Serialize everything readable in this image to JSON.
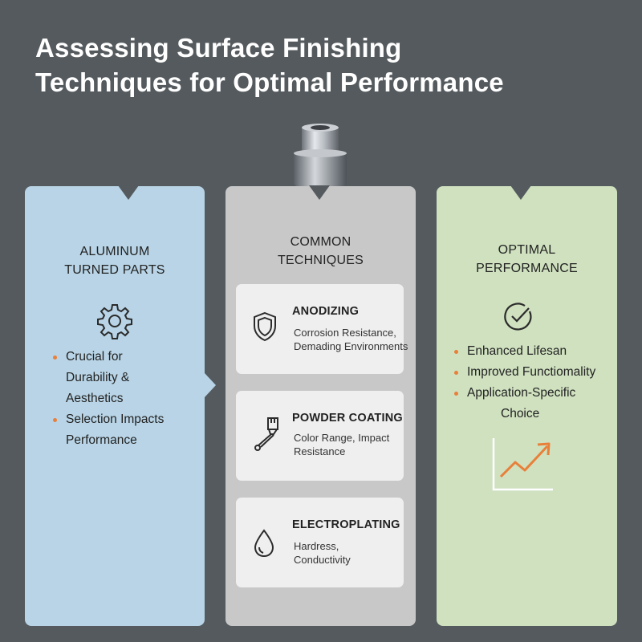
{
  "title": {
    "line1": "Assessing Surface Finishing",
    "line2": "Techniques for Optimal Performance"
  },
  "left_panel": {
    "heading_line1": "ALUMINUM",
    "heading_line2": "TURNED PARTS",
    "icon": "gear-icon",
    "bullets": [
      {
        "line1": "Crucial for",
        "line2": "Durability &",
        "line3": "Aesthetics"
      },
      {
        "line1": "Selection Impacts",
        "line2": "Performance"
      }
    ],
    "color": "#b8d4e6"
  },
  "middle_panel": {
    "heading_line1": "COMMON",
    "heading_line2": "TECHNIQUES",
    "icon": "bolt-icon",
    "cards": [
      {
        "title": "ANODIZING",
        "desc_line1": "Corrosion Resistance,",
        "desc_line2": "Demading Environments",
        "icon": "shield-icon"
      },
      {
        "title": "POWDER COATING",
        "desc_line1": "Color Range, Impact",
        "desc_line2": "Resistance",
        "icon": "paintbrush-icon"
      },
      {
        "title": "ELECTROPLATING",
        "desc_line1": "Hardress,",
        "desc_line2": "Conductivity",
        "icon": "droplet-icon"
      }
    ],
    "color": "#c8c8c8"
  },
  "right_panel": {
    "heading_line1": "OPTIMAL",
    "heading_line2": "PERFORMANCE",
    "icon": "check-circle-icon",
    "bullets": [
      {
        "line1": "Enhanced Lifesan"
      },
      {
        "line1": "Improved Functiomality"
      },
      {
        "line1": "Application-Specific",
        "line2": "Choice"
      }
    ],
    "chart_icon": "trend-up-chart-icon",
    "color": "#cfe1bf"
  },
  "colors": {
    "background": "#545a5e",
    "accent": "#e8803a"
  }
}
